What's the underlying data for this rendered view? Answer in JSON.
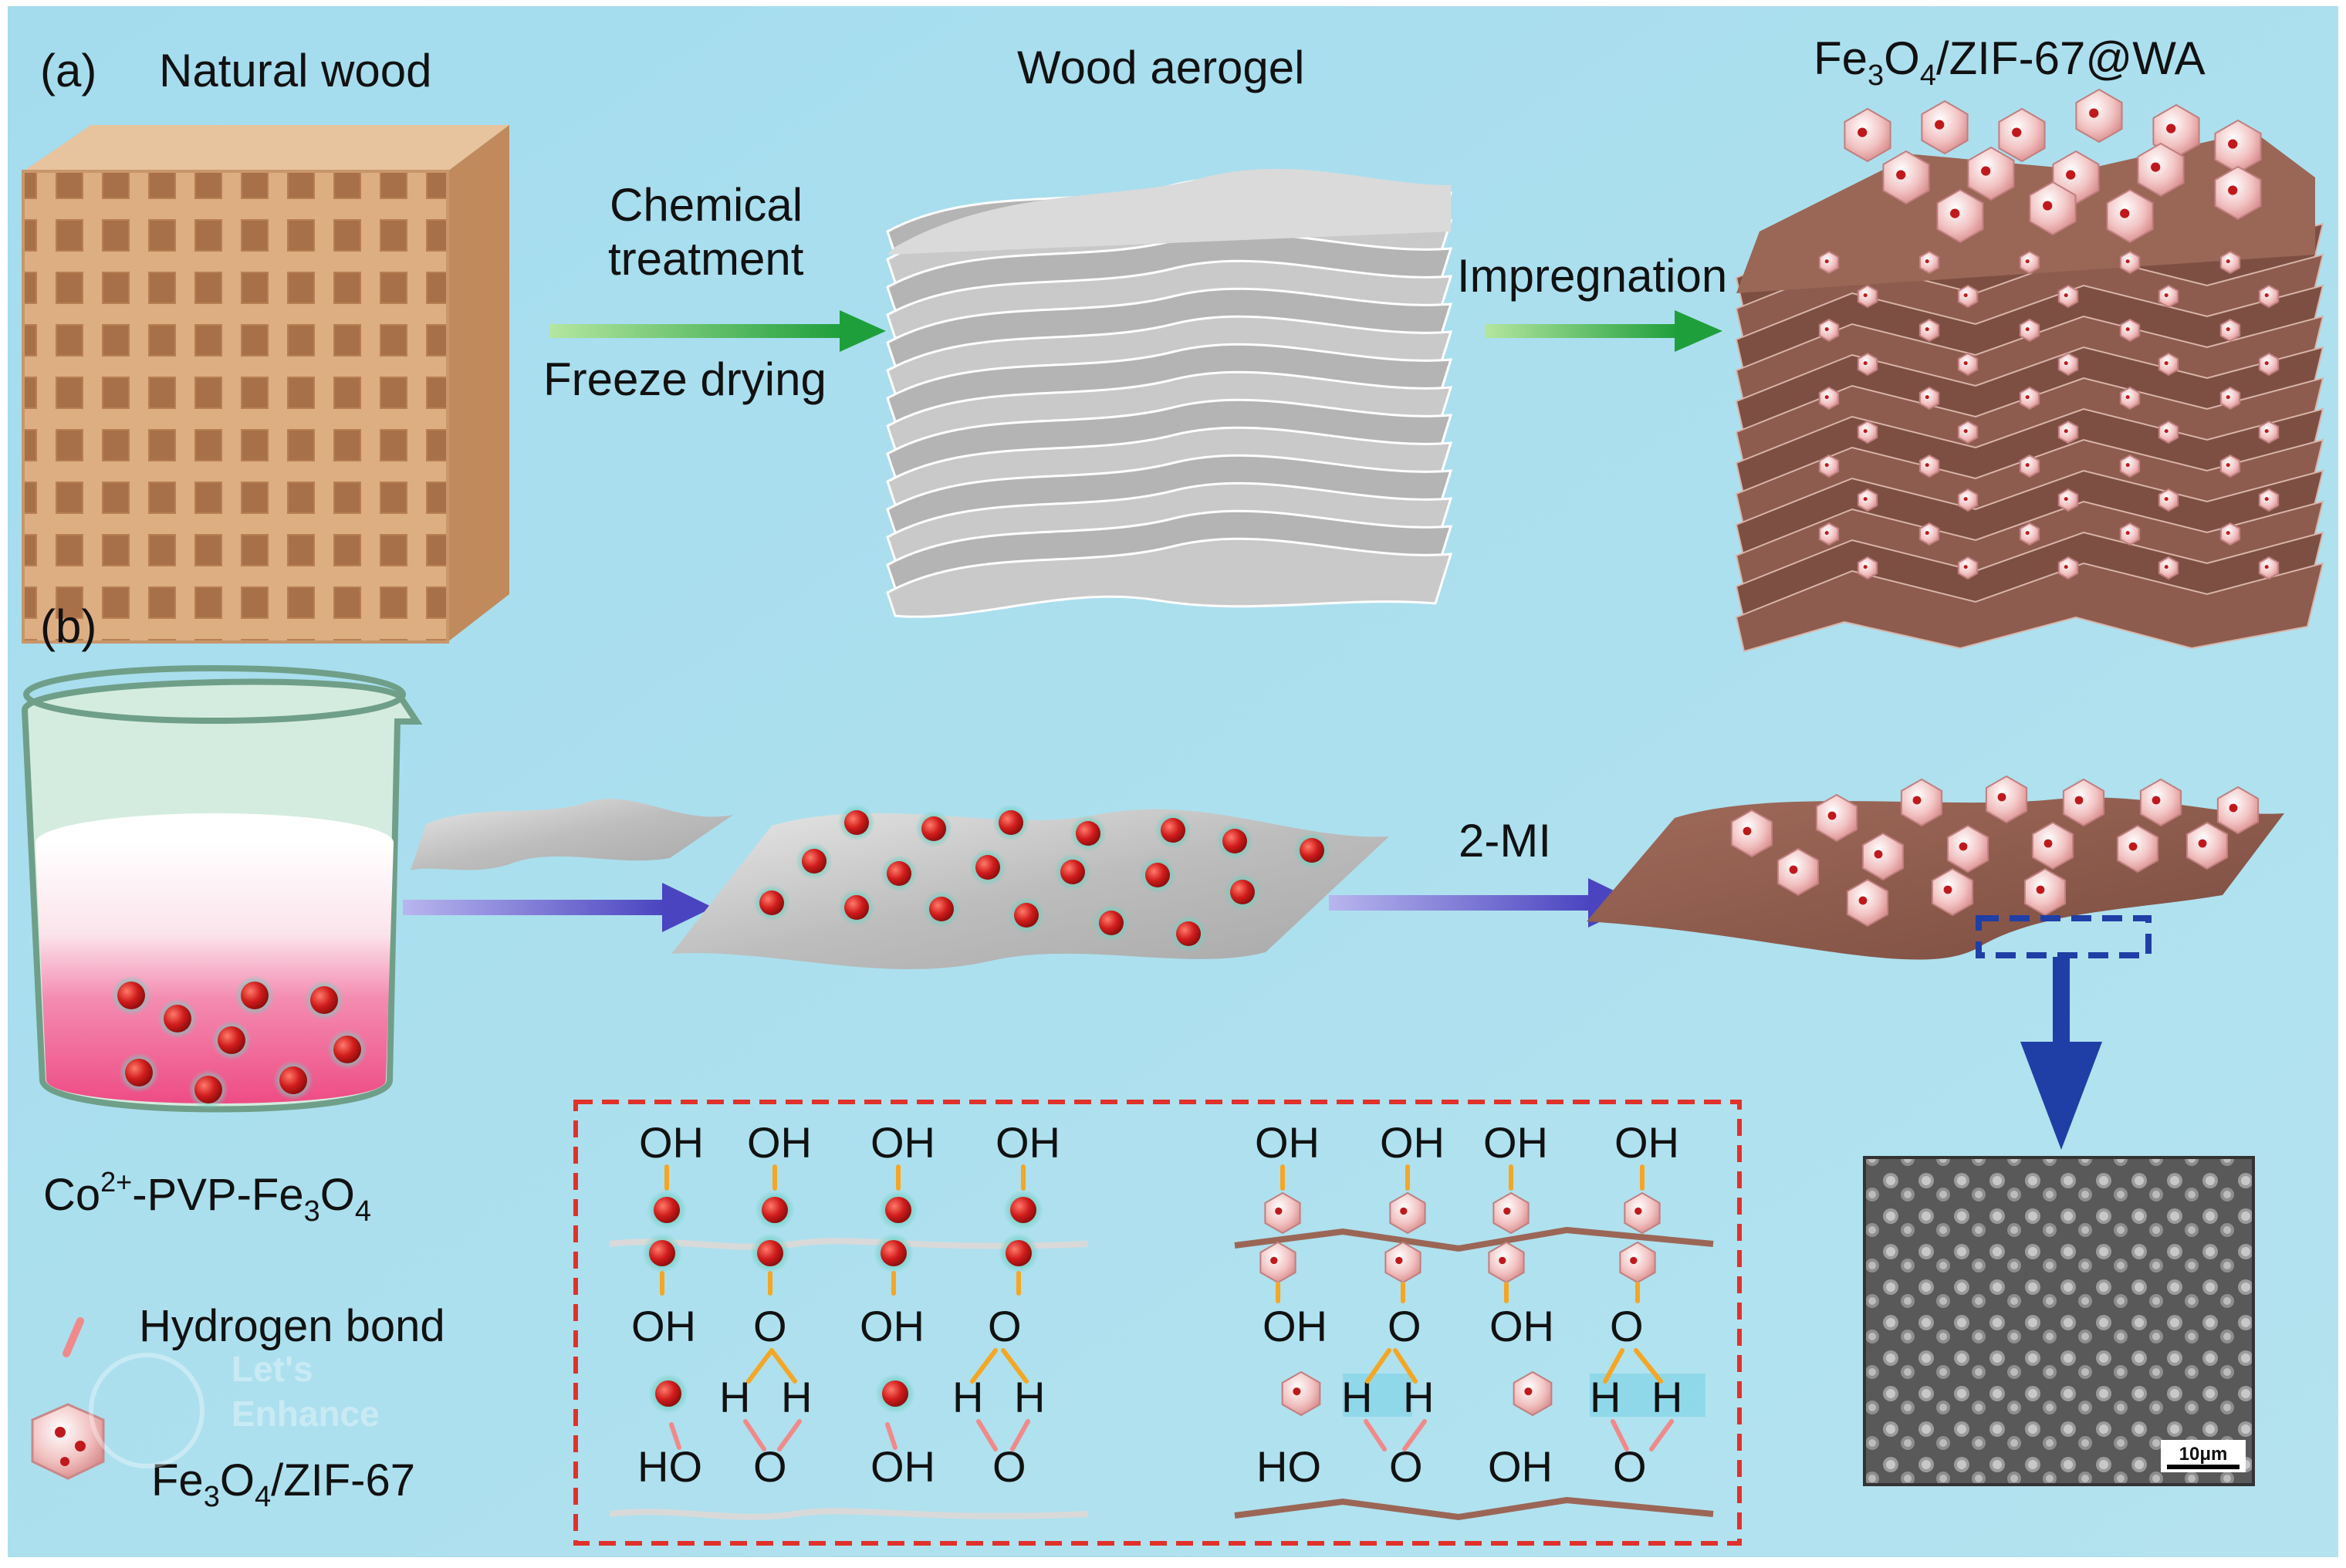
{
  "panel_a": {
    "label": "(a)",
    "natural_wood": "Natural wood",
    "wood_aerogel": "Wood aerogel",
    "product_title": {
      "p1": "Fe",
      "s1": "3",
      "p2": "O",
      "s2": "4",
      "p3": "/ZIF-67@WA"
    },
    "step1_line1": "Chemical",
    "step1_line2": "treatment",
    "step1_line3": "Freeze drying",
    "step2": "Impregnation"
  },
  "panel_b": {
    "label": "(b)",
    "beaker_label": {
      "p1": "Co",
      "sup": "2+",
      "p2": "-PVP-Fe",
      "s1": "3",
      "p3": "O",
      "s2": "4"
    },
    "step": "2-MI",
    "legend_hbond": "Hydrogen bond",
    "legend_zif": {
      "p1": "Fe",
      "s1": "3",
      "p2": "O",
      "s2": "4",
      "p3": "/ZIF-67"
    },
    "scale_bar": "10μm"
  },
  "mechanism": {
    "oh": "OH",
    "o": "O",
    "h": "H",
    "ho": "HO"
  },
  "watermark": {
    "line1": "Let's",
    "line2": "Enhance"
  },
  "colors": {
    "background": "#a9e0ee",
    "wood": "#d8a77a",
    "aerogel": "#b8b8b8",
    "composite": "#8a5a4c",
    "green_arrow": "#3cb04a",
    "blue_arrow": "#5a56c8",
    "deep_blue_arrow": "#1f3fa6",
    "dashed_red": "#e0312a",
    "particle_red": "#c0191b",
    "particle_halo": "#4fbfb0",
    "hbond": "#f08a8a",
    "bond_orange": "#f5a623"
  }
}
